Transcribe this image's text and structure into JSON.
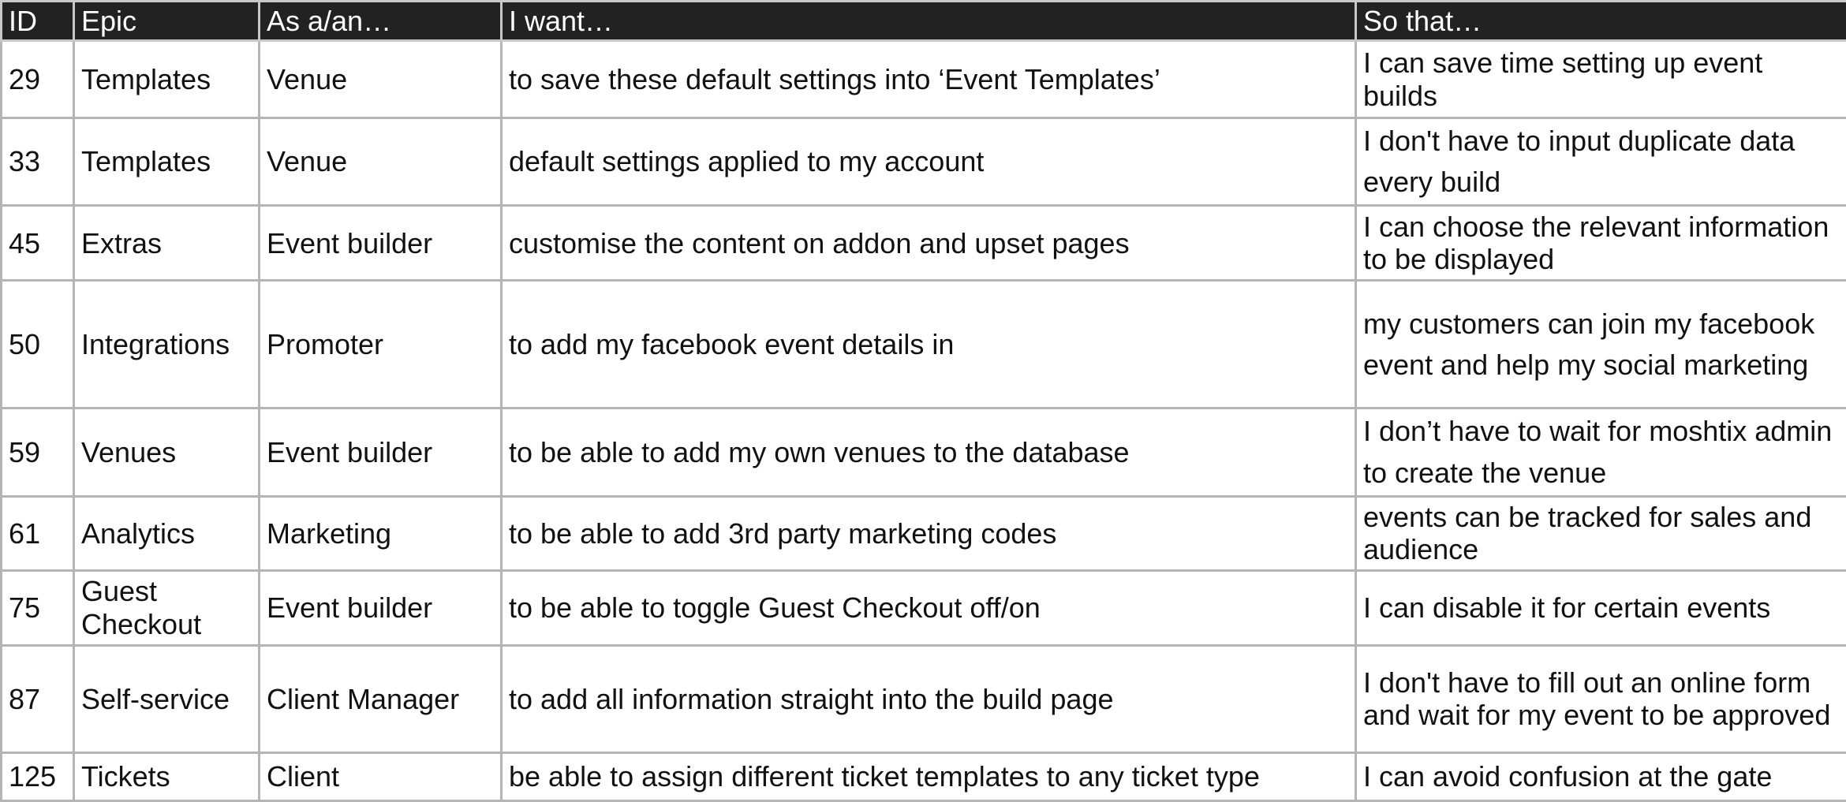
{
  "table": {
    "headers": [
      "ID",
      "Epic",
      "As a/an…",
      "I want…",
      "So that…"
    ],
    "rows": [
      {
        "id": "29",
        "epic": "Templates",
        "role": "Venue",
        "want": "to save these default settings into ‘Event Templates’",
        "so_that": "I can save time setting up event builds"
      },
      {
        "id": "33",
        "epic": "Templates",
        "role": "Venue",
        "want": "default settings applied to my account",
        "so_that": "I don't have to input duplicate data every build"
      },
      {
        "id": "45",
        "epic": "Extras",
        "role": "Event builder",
        "want": "customise the content on addon and upset pages",
        "so_that": "I can choose the relevant information to be displayed"
      },
      {
        "id": "50",
        "epic": "Integrations",
        "role": "Promoter",
        "want": "to add my facebook event details in",
        "so_that": "my customers can join my facebook event and help my social marketing"
      },
      {
        "id": "59",
        "epic": "Venues",
        "role": "Event builder",
        "want": "to be able to add my own venues to the database",
        "so_that": "I don’t have to wait for moshtix admin to create the venue"
      },
      {
        "id": "61",
        "epic": "Analytics",
        "role": "Marketing",
        "want": "to be able to add 3rd party marketing codes",
        "so_that": "events can be tracked for sales and audience"
      },
      {
        "id": "75",
        "epic": "Guest Checkout",
        "role": "Event builder",
        "want": "to be able to toggle Guest Checkout off/on",
        "so_that": "I can disable it for certain events"
      },
      {
        "id": "87",
        "epic": "Self-service",
        "role": "Client Manager",
        "want": "to add all information straight into the build page",
        "so_that": "I don't have to fill out an online form and wait for my event to be approved"
      },
      {
        "id": "125",
        "epic": "Tickets",
        "role": "Client",
        "want": "be able to assign different ticket templates to any ticket type",
        "so_that": "I can avoid confusion at the gate"
      }
    ]
  }
}
